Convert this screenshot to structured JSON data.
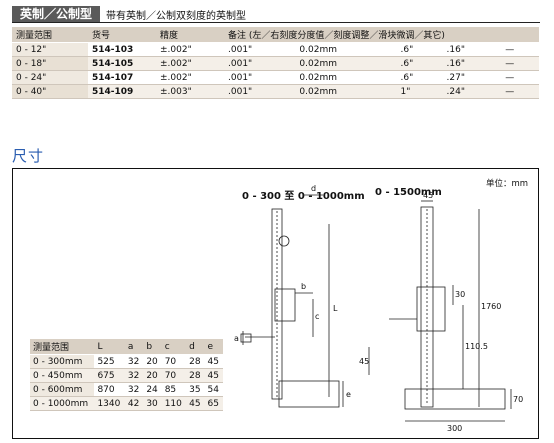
{
  "header": {
    "tag": "英制／公制型",
    "subtitle": "带有英制／公制双刻度的英制型"
  },
  "spec_table": {
    "columns": [
      "测量范围",
      "货号",
      "精度",
      "备注 (左／右刻度分度值／刻度调整／滑块微调／其它)",
      "",
      "",
      "",
      ""
    ],
    "rows": [
      [
        "0 - 12\"",
        "514-103",
        "±.002\"",
        ".001\"",
        "0.02mm",
        ".6\"",
        ".16\"",
        "—"
      ],
      [
        "0 - 18\"",
        "514-105",
        "±.002\"",
        ".001\"",
        "0.02mm",
        ".6\"",
        ".16\"",
        "—"
      ],
      [
        "0 - 24\"",
        "514-107",
        "±.002\"",
        ".001\"",
        "0.02mm",
        ".6\"",
        ".27\"",
        "—"
      ],
      [
        "0 - 40\"",
        "514-109",
        "±.003\"",
        ".001\"",
        "0.02mm",
        "1\"",
        ".24\"",
        "—"
      ]
    ]
  },
  "section_title": "尺寸",
  "drawing": {
    "unit": "单位：mm",
    "label_left": "0 - 300 至 0 - 1000mm",
    "label_right": "0 - 1500mm",
    "dim_letters": {
      "d": "d",
      "L": "L",
      "b": "b",
      "c": "c",
      "a": "a",
      "e": "e"
    },
    "dim_values": {
      "w45": "45",
      "h30": "30",
      "h1105": "110.5",
      "h1760": "1760",
      "h45": "45",
      "h70": "70",
      "w300": "300"
    }
  },
  "dims_table": {
    "columns": [
      "测量范围",
      "L",
      "a",
      "b",
      "c",
      "d",
      "e"
    ],
    "rows": [
      [
        "0 - 300mm",
        "525",
        "32",
        "20",
        "70",
        "28",
        "45"
      ],
      [
        "0 - 450mm",
        "675",
        "32",
        "20",
        "70",
        "28",
        "45"
      ],
      [
        "0 - 600mm",
        "870",
        "32",
        "24",
        "85",
        "35",
        "54"
      ],
      [
        "0 - 1000mm",
        "1340",
        "42",
        "30",
        "110",
        "45",
        "65"
      ]
    ]
  }
}
